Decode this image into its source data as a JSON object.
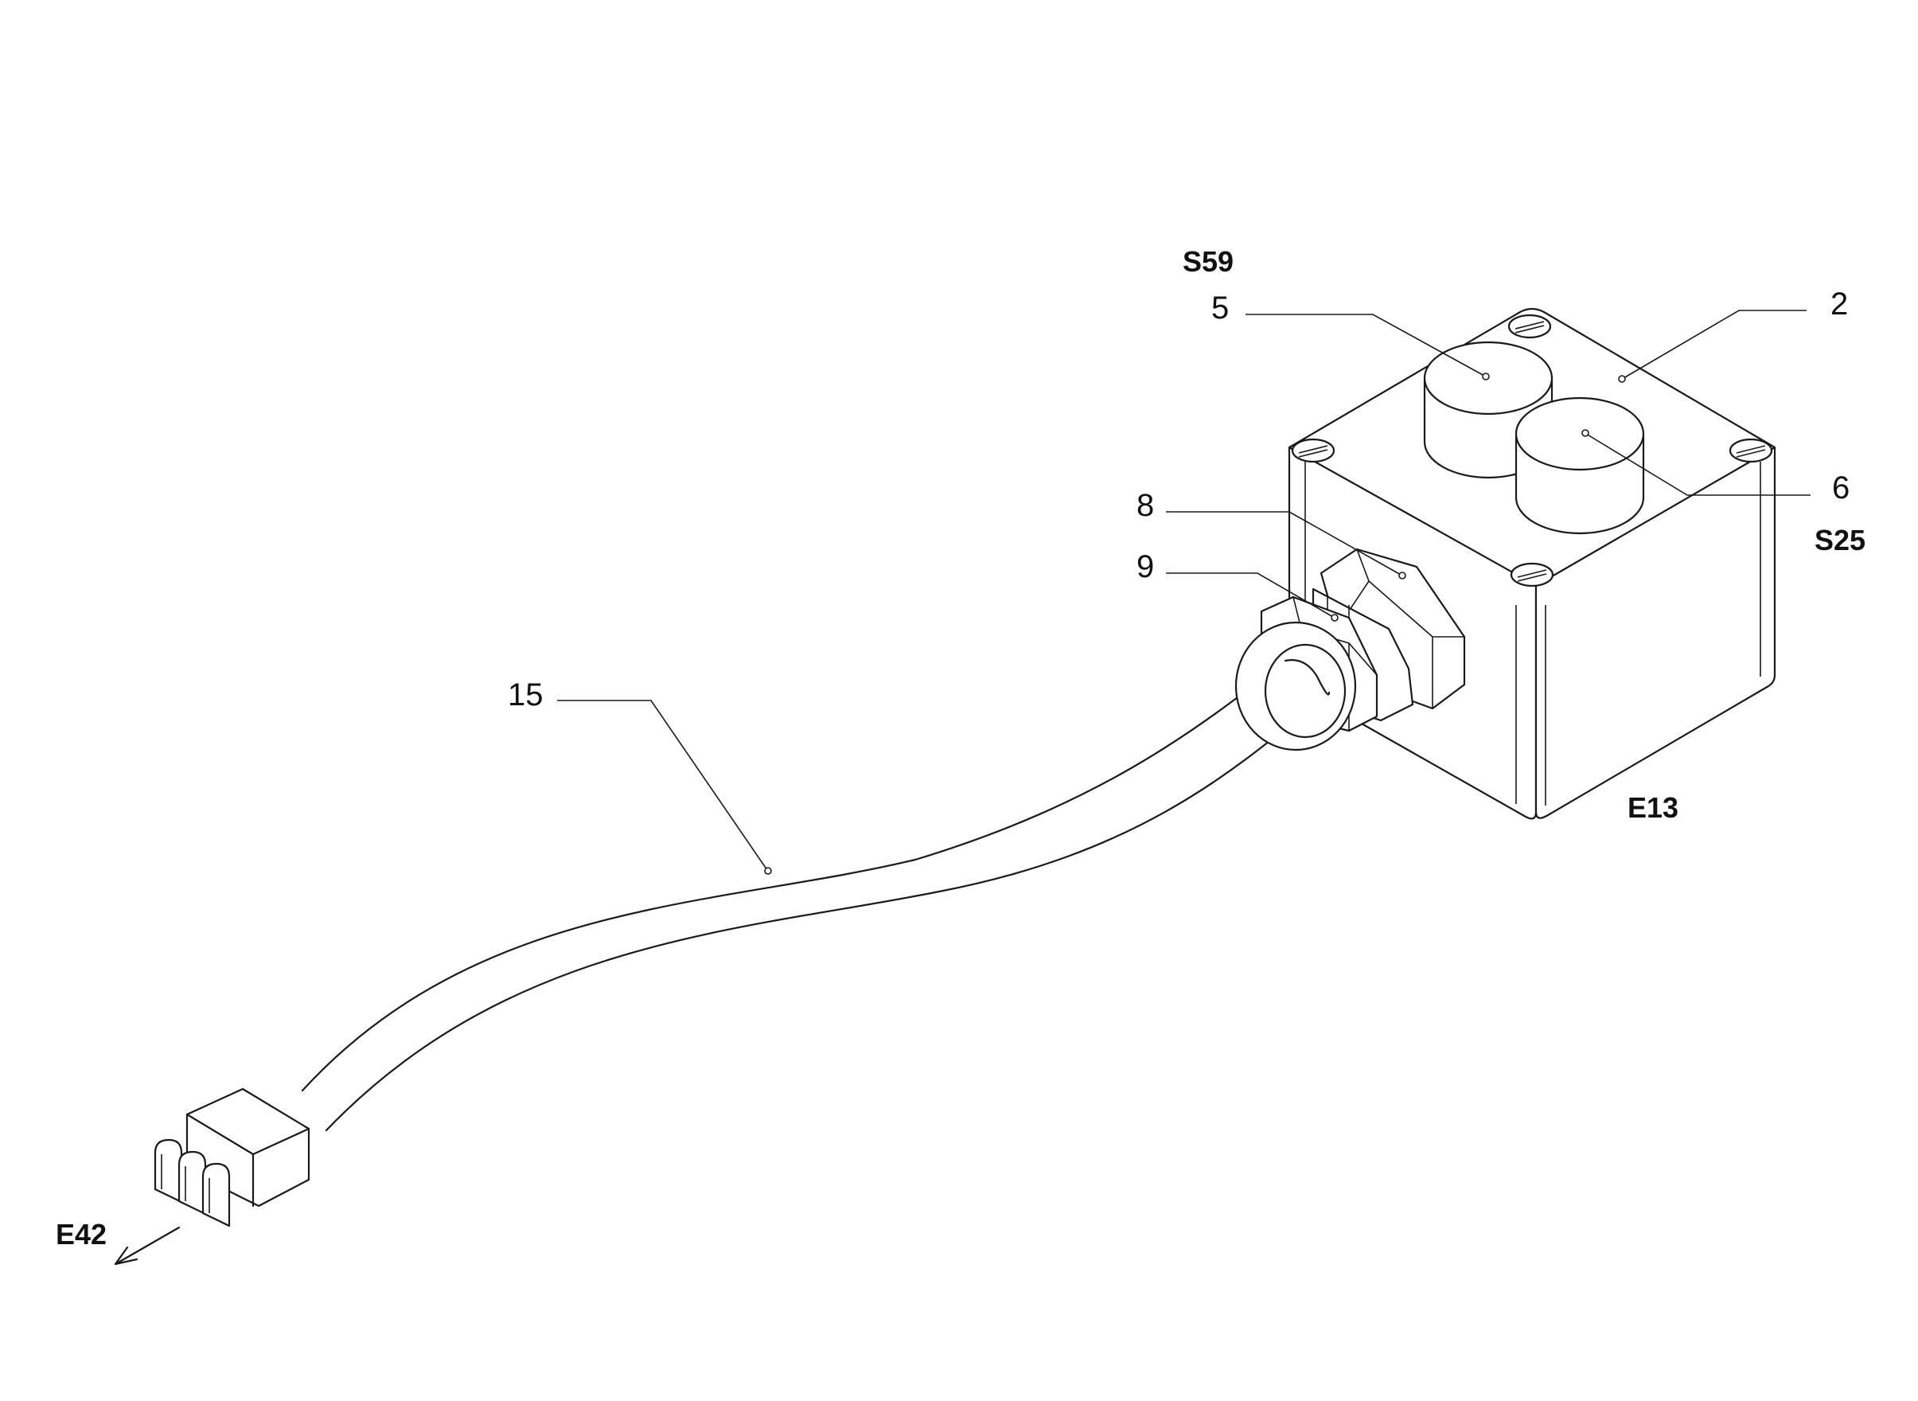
{
  "callouts": {
    "item_5": "5",
    "item_2": "2",
    "item_6": "6",
    "item_8": "8",
    "item_9": "9",
    "item_15": "15"
  },
  "designations": {
    "s59": "S59",
    "s25": "S25",
    "e13": "E13",
    "e42": "E42"
  }
}
